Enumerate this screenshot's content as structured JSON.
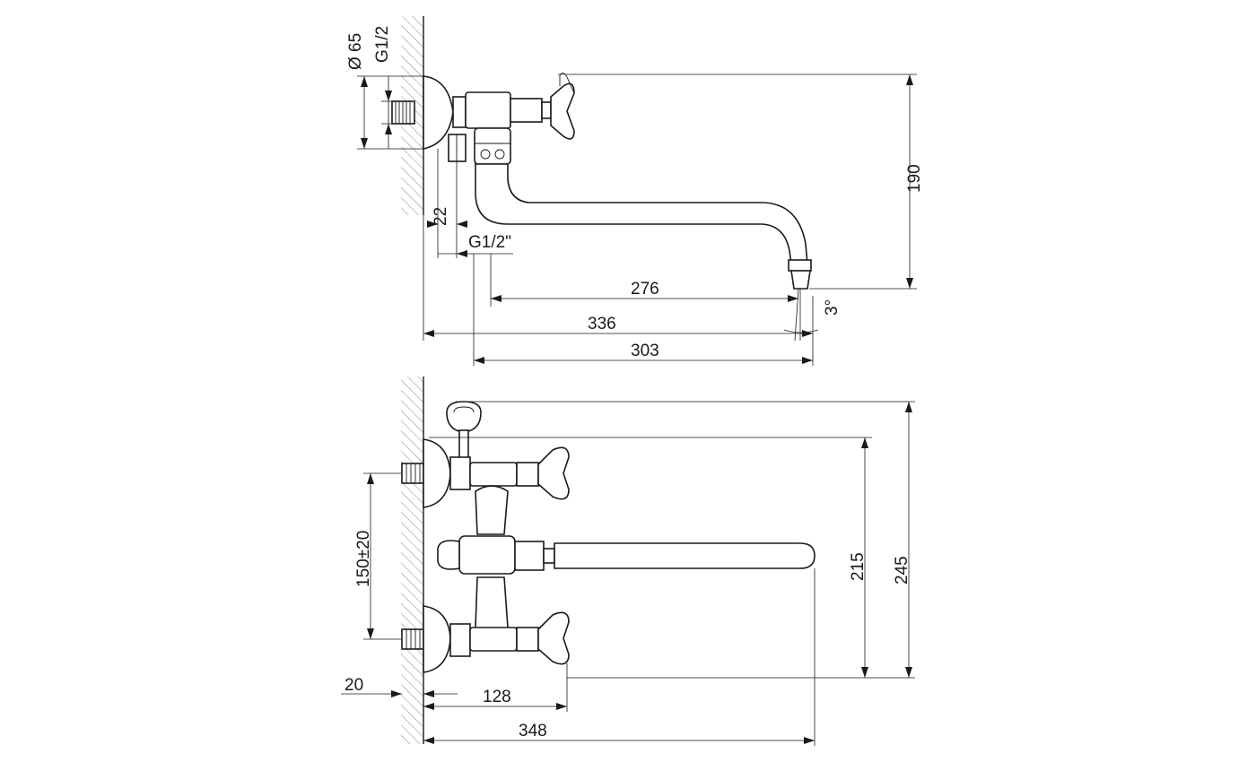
{
  "top_view": {
    "dims": {
      "diameter": "Ø 65",
      "thread_left": "G1/2",
      "d22": "22",
      "thread_outlet": "G1/2\"",
      "d190": "190",
      "d276": "276",
      "d336": "336",
      "d303": "303",
      "angle": "3°"
    }
  },
  "front_view": {
    "dims": {
      "spacing": "150±20",
      "d215": "215",
      "d245": "245",
      "d20": "20",
      "d128": "128",
      "d348": "348"
    }
  }
}
